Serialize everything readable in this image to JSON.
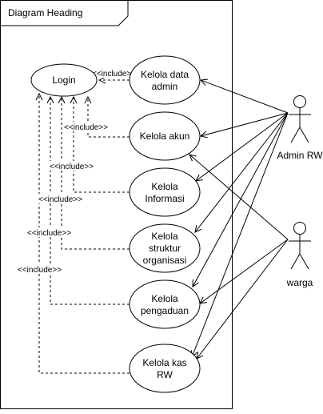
{
  "frame": {
    "title": "Diagram Heading"
  },
  "use_cases": {
    "login": [
      "Login"
    ],
    "kelola_admin": [
      "Kelola data",
      "admin"
    ],
    "kelola_akun": [
      "Kelola akun"
    ],
    "kelola_informasi": [
      "Kelola",
      "Informasi"
    ],
    "kelola_struktur": [
      "Kelola",
      "struktur",
      "organisasi"
    ],
    "kelola_pengaduan": [
      "Kelola",
      "pengaduan"
    ],
    "kelola_kas": [
      "Kelola kas",
      "RW"
    ]
  },
  "include_label": "<<include>>",
  "actors": {
    "admin": "Admin RW",
    "warga": "warga"
  }
}
